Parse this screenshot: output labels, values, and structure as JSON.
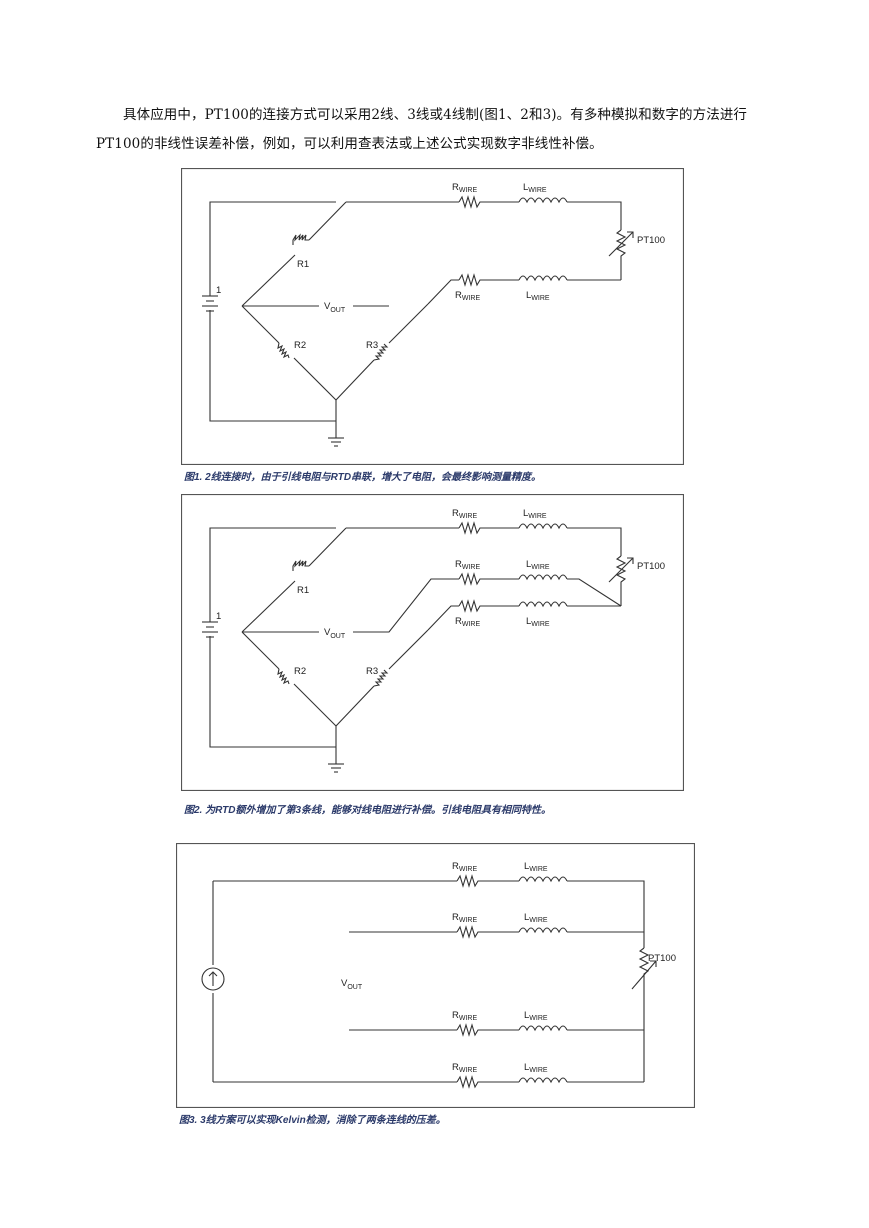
{
  "paragraph": "具体应用中，PT100的连接方式可以采用2线、3线或4线制(图1、2和3)。有多种模拟和数字的方法进行PT100的非线性误差补偿，例如，可以利用查表法或上述公式实现数字非线性补偿。",
  "labels": {
    "rwire_main": "R",
    "lwire_main": "L",
    "wire_sub": "WIRE",
    "v_main": "V",
    "v_sub": "OUT",
    "pt100": "PT100",
    "r1": "R1",
    "r2": "R2",
    "r3": "R3",
    "source": "1"
  },
  "captions": {
    "fig1": "图1. 2线连接时，由于引线电阻与RTD串联，增大了电阻，会最终影响测量精度。",
    "fig2": "图2. 为RTD额外增加了第3条线，能够对线电阻进行补偿。引线电阻具有相同特性。",
    "fig3": "图3. 3线方案可以实现Kelvin检测，消除了两条连线的压差。"
  },
  "colors": {
    "caption": "#2b3a6a",
    "frame": "#555555",
    "wire": "#333333"
  }
}
